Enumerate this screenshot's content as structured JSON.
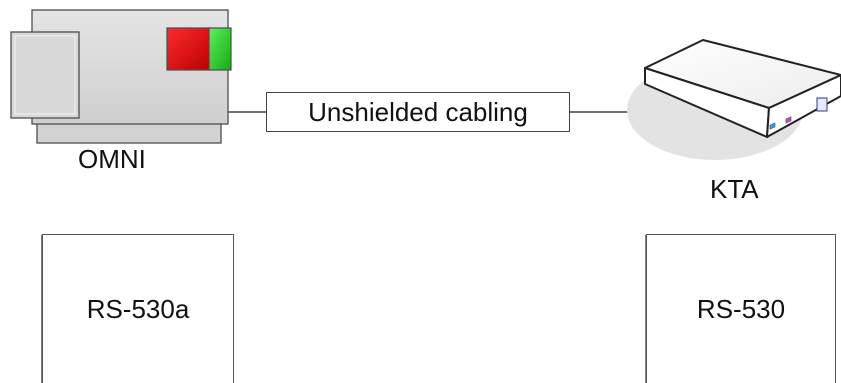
{
  "devices": {
    "omni": {
      "label": "OMNI"
    },
    "kta": {
      "label": "KTA"
    }
  },
  "connection": {
    "label": "Unshielded cabling"
  },
  "interfaces": {
    "left": {
      "label": "RS-530a"
    },
    "right": {
      "label": "RS-530"
    }
  },
  "colors": {
    "device_body": "#d9d9d9",
    "device_outline": "#4d4d4d",
    "status_red": "#e01010",
    "status_green": "#2fd12f",
    "shadow": "#e3e3e3",
    "line": "#444444"
  }
}
